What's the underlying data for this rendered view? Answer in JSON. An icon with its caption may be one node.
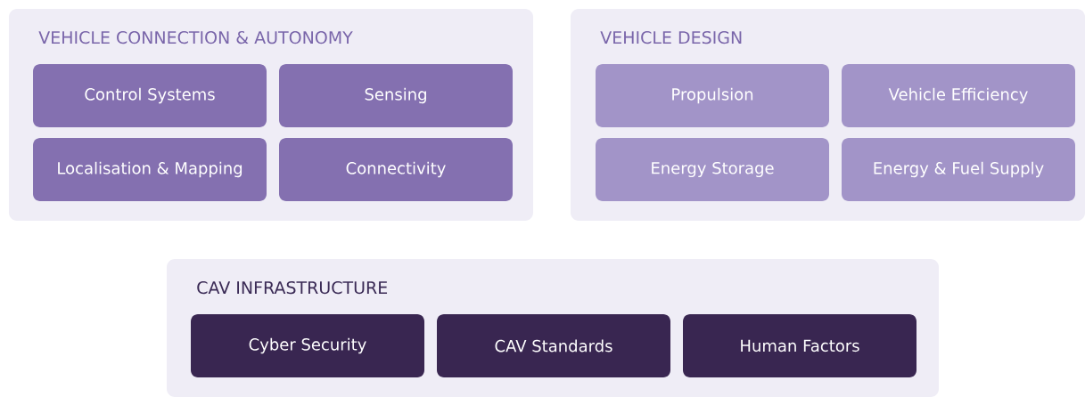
{
  "diagram": {
    "nodes": [
      {
        "text": [
          "VEHICLE CONNECTION & AUTONOMY"
        ]
      },
      {
        "text": [
          "Control Systems"
        ],
        "in": 0
      },
      {
        "text": [
          "Sensing"
        ],
        "in": 0
      },
      {
        "text": [
          "Localisation & Mapping"
        ],
        "in": 0
      },
      {
        "text": [
          "Connectivity"
        ],
        "in": 0
      },
      {
        "text": [
          "VEHICLE DESIGN"
        ]
      },
      {
        "text": [
          "Propulsion"
        ],
        "in": 5
      },
      {
        "text": [
          "Vehicle Efficiency"
        ],
        "in": 5
      },
      {
        "text": [
          "Energy Storage"
        ],
        "in": 5
      },
      {
        "text": [
          "Energy & Fuel Supply"
        ],
        "in": 5
      },
      {
        "text": [
          "CAV INFRASTRUCTURE"
        ]
      },
      {
        "text": [
          "Cyber Security"
        ],
        "in": 10
      },
      {
        "text": [
          "CAV Standards"
        ],
        "in": 10
      },
      {
        "text": [
          "Human Factors"
        ],
        "in": 10
      }
    ]
  }
}
